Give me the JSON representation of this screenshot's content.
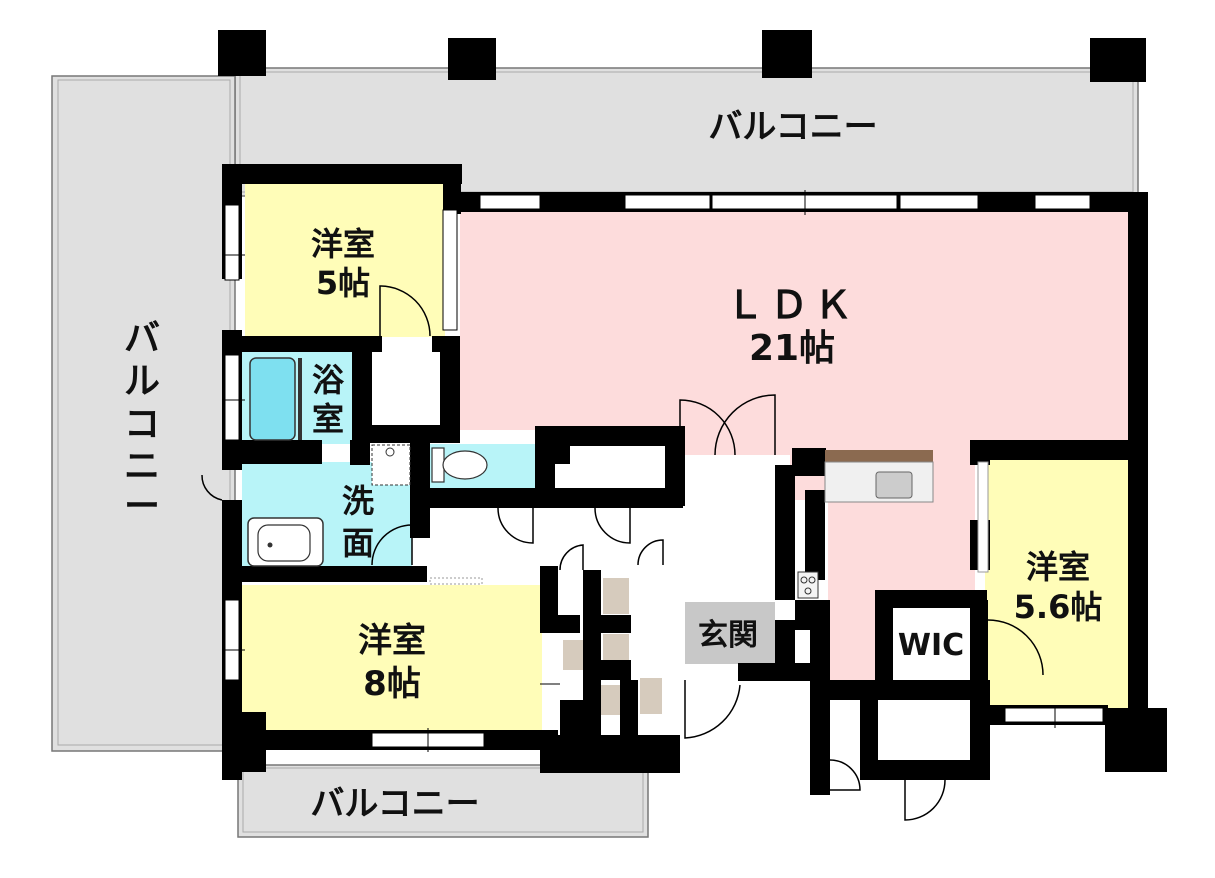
{
  "floor_plan": {
    "balconies": {
      "top": "バルコニー",
      "left": [
        "バ",
        "ル",
        "コ",
        "ニ",
        "ー"
      ],
      "bottom": "バルコニー"
    },
    "rooms": {
      "western_5": {
        "name": "洋室",
        "size": "5帖"
      },
      "ldk": {
        "name": "ＬＤＫ",
        "size": "21帖"
      },
      "bath": {
        "line1": "浴",
        "line2": "室"
      },
      "washroom": {
        "line1": "洗",
        "line2": "面"
      },
      "western_8": {
        "name": "洋室",
        "size": "8帖"
      },
      "entrance": {
        "name": "玄関"
      },
      "wic": {
        "name": "WIC"
      },
      "western_56": {
        "name": "洋室",
        "size": "5.6帖"
      }
    },
    "colors": {
      "balcony": "#e0e0e0",
      "western_room": "#fffdb8",
      "ldk": "#fddcdc",
      "wet_area": "#b8f4f8",
      "entrance": "#c8c8c8",
      "storage": "#d6cbbd",
      "counter": "#8b6a50",
      "wall": "#000000",
      "corridor": "#ffffff"
    }
  }
}
